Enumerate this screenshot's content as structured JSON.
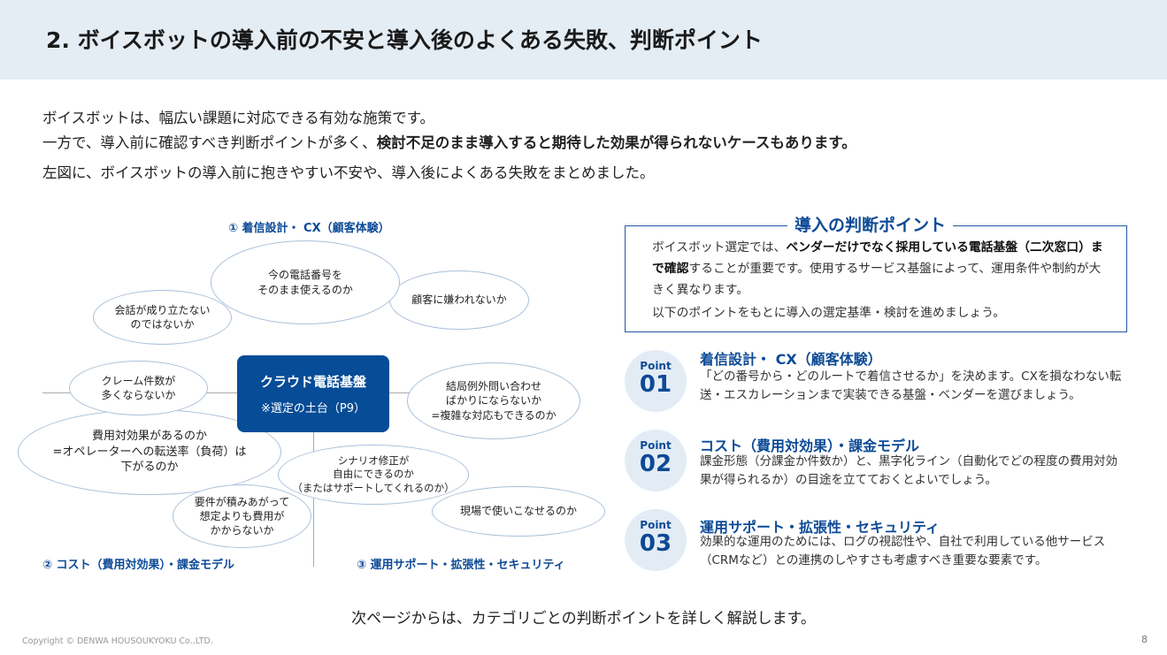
{
  "header": {
    "title": "2. ボイスボットの導入前の不安と導入後のよくある失敗、判断ポイント"
  },
  "intro": {
    "line1": "ボイスボットは、幅広い課題に対応できる有効な施策です。",
    "line2_plain": "一方で、導入前に確認すべき判断ポイントが多く、",
    "line2_bold": "検討不足のまま導入すると期待した効果が得られないケースもあります。",
    "line3": "左図に、ボイスボットの導入前に抱きやすい不安や、導入後によくある失敗をまとめました。"
  },
  "diagram": {
    "categories": [
      "① 着信設計・ CX（顧客体験）",
      "② コスト（費用対効果）・課金モデル",
      "③ 運用サポート・拡張性・セキュリティ"
    ],
    "core": {
      "title": "クラウド電話基盤",
      "subtitle": "※選定の土台（P9）"
    },
    "concerns": [
      "今の電話番号を\nそのまま使えるのか",
      "顧客に嫌われないか",
      "会話が成り立たない\nのではないか",
      "クレーム件数が\n多くならないか",
      "費用対効果があるのか\n=オペレーターへの転送率（負荷）は\n下がるのか",
      "結局例外問い合わせ\nばかりにならないか\n=複雑な対応もできるのか",
      "シナリオ修正が\n自由にできるのか\n（またはサポートしてくれるのか）",
      "要件が積みあがって\n想定よりも費用が\nかからないか",
      "現場で使いこなせるのか"
    ]
  },
  "judgment": {
    "title": "導入の判断ポイント",
    "p1_a": "ボイスボット選定では、",
    "p1_b": "ベンダーだけでなく採用している電話基盤（二次窓口）まで確認",
    "p1_c": "することが重要です。使用するサービス基盤によって、運用条件や制約が大きく異なります。",
    "p2": "以下のポイントをもとに導入の選定基準・検討を進めましょう。"
  },
  "points": [
    {
      "label": "Point",
      "num": "01",
      "heading": "着信設計・ CX（顧客体験）",
      "body": "「どの番号から・どのルートで着信させるか」を決めます。CXを損なわない転送・エスカレーションまで実装できる基盤・ベンダーを選びましょう。"
    },
    {
      "label": "Point",
      "num": "02",
      "heading": "コスト（費用対効果）・課金モデル",
      "body": "課金形態（分課金か件数か）と、黒字化ライン（自動化でどの程度の費用対効果が得られるか）の目途を立てておくとよいでしょう。"
    },
    {
      "label": "Point",
      "num": "03",
      "heading": "運用サポート・拡張性・セキュリティ",
      "body": "効果的な運用のためには、ログの視認性や、自社で利用している他サービス（CRMなど）との連携のしやすさも考慮すべき重要な要素です。"
    }
  ],
  "footer": {
    "next": "次ページからは、カテゴリごとの判断ポイントを詳しく解説します。",
    "copyright": "Copyright © DENWA HOUSOUKYOKU Co.,LTD.",
    "page": "8"
  }
}
